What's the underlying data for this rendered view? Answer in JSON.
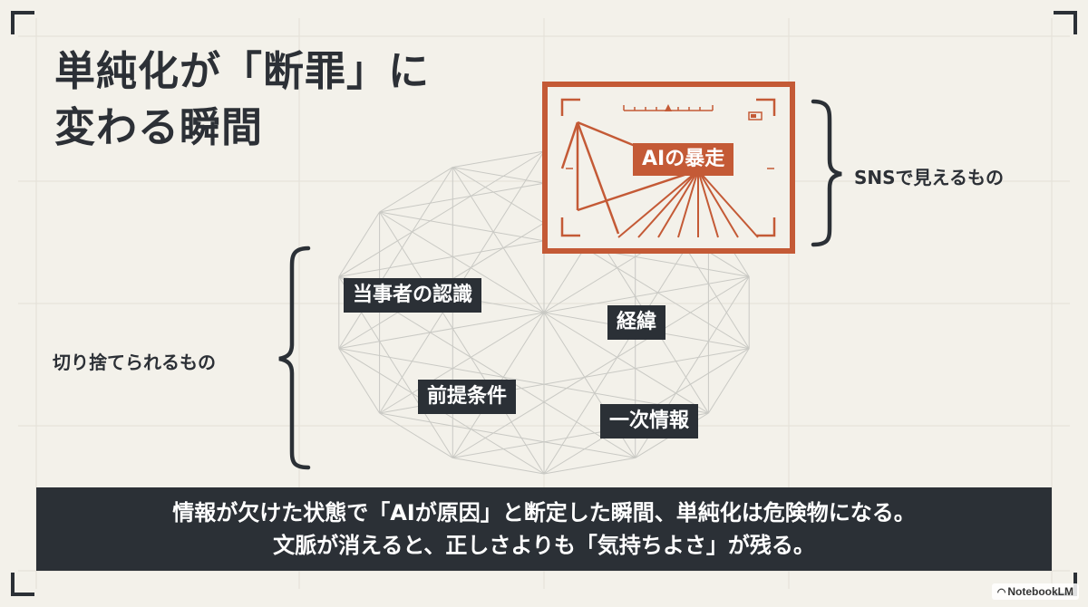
{
  "title": {
    "line1": "単純化が「断罪」に",
    "line2": "変わる瞬間"
  },
  "highlight_label": "AIの暴走",
  "sns_label": "SNSで見えるもの",
  "discarded_label": "切り捨てられるもの",
  "discarded_items": [
    "当事者の認識",
    "経緯",
    "前提条件",
    "一次情報"
  ],
  "banner": {
    "line1": "情報が欠けた状態で「AIが原因」と断定した瞬間、単純化は危険物になる。",
    "line2": "文脈が消えると、正しさよりも「気持ちよさ」が残る。"
  },
  "watermark": "NotebookLM",
  "colors": {
    "accent": "#c45a36",
    "dark": "#2b3036",
    "background": "#f3f1ea",
    "network_lines": "#c9c9c4"
  }
}
